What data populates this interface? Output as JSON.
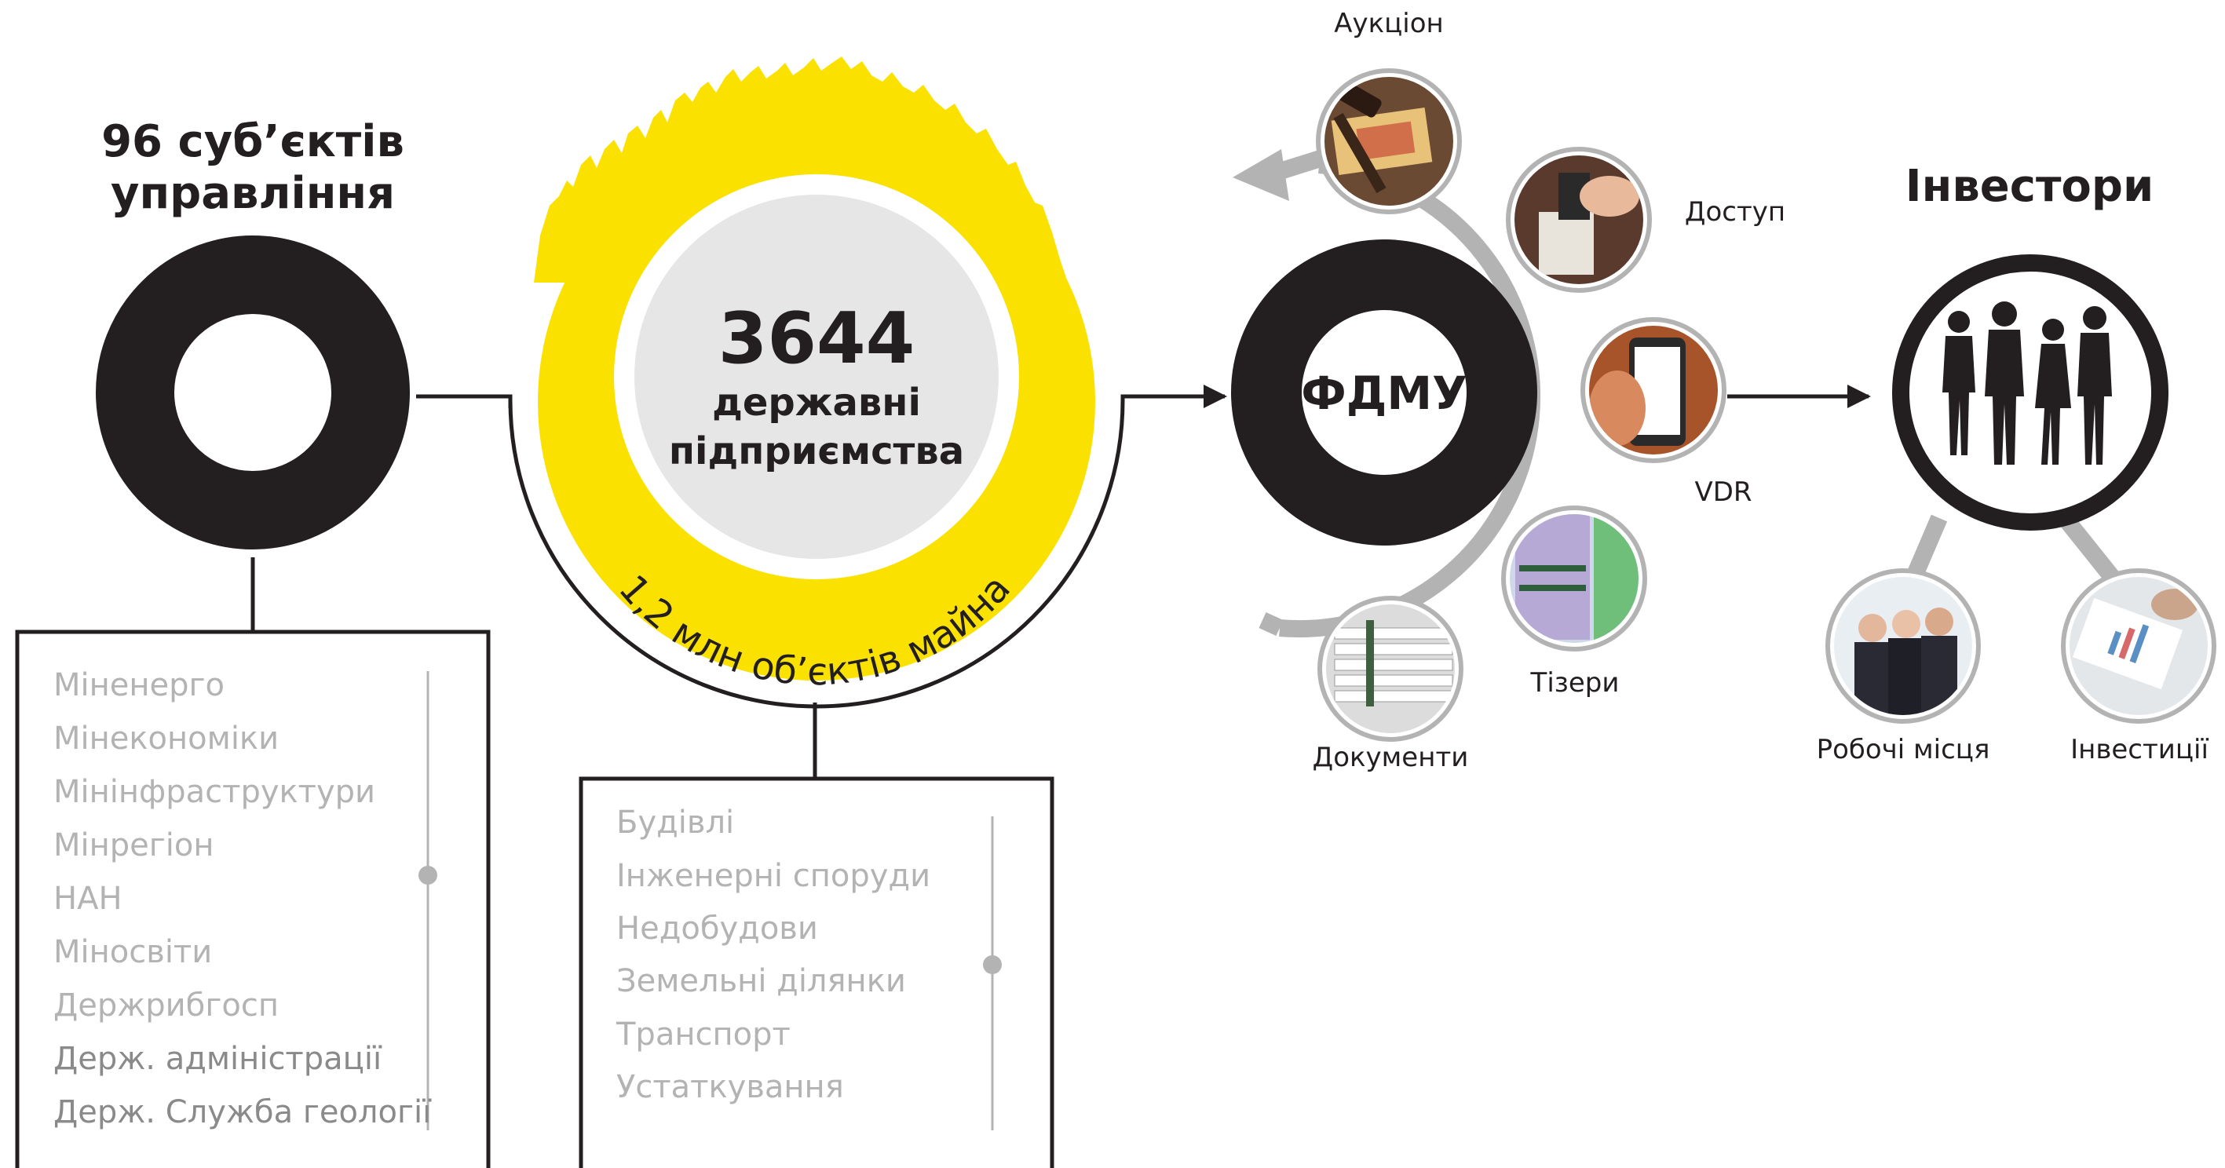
{
  "left": {
    "title_line1": "96 суб’єктів",
    "title_line2": "управління",
    "list": [
      "Міненерго",
      "Мінекономіки",
      "Мінінфраструктури",
      "Мінрегіон",
      "НАН",
      "Міносвіти",
      "Держрибгосп",
      "Держ. адміністрації",
      "Держ. Служба геології"
    ]
  },
  "center": {
    "number": "3644",
    "label_line1": "державні",
    "label_line2": "підприємства",
    "arc_text": "1,2 млн об’єктів майна",
    "list": [
      "Будівлі",
      "Інженерні споруди",
      "Недобудови",
      "Земельні ділянки",
      "Транспорт",
      "Устаткування"
    ]
  },
  "fdmu": {
    "label": "ФДМУ",
    "satellites": [
      "Аукціон",
      "Доступ",
      "VDR",
      "Тізери",
      "Документи"
    ]
  },
  "investors": {
    "title": "Інвестори",
    "satellites": [
      "Робочі місця",
      "Інвестиції"
    ]
  },
  "colors": {
    "accent_yellow": "#fae100",
    "dark": "#231f20",
    "gray_ring": "#b3b3b3",
    "inner_gray": "#e6e6e6"
  },
  "icons": [
    "auction-photo",
    "access-card-photo",
    "phone-vdr-photo",
    "teaser-document-photo",
    "documents-stack-photo",
    "team-photo",
    "investment-chart-photo",
    "investors-silhouette-icon"
  ]
}
